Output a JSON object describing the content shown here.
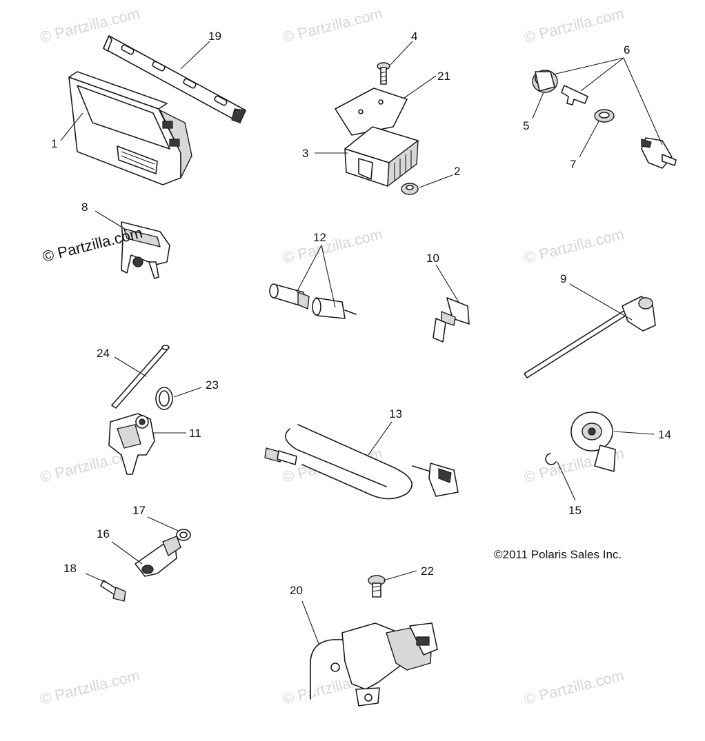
{
  "watermark": "© Partzilla.com",
  "copyright": "©2011 Polaris Sales Inc.",
  "callouts": {
    "c1": "1",
    "c2": "2",
    "c3": "3",
    "c4": "4",
    "c5": "5",
    "c6": "6",
    "c7": "7",
    "c8": "8",
    "c9": "9",
    "c10": "10",
    "c11": "11",
    "c12": "12",
    "c13": "13",
    "c14": "14",
    "c15": "15",
    "c16": "16",
    "c17": "17",
    "c18": "18",
    "c19": "19",
    "c20": "20",
    "c21": "21",
    "c22": "22",
    "c23": "23",
    "c24": "24"
  }
}
